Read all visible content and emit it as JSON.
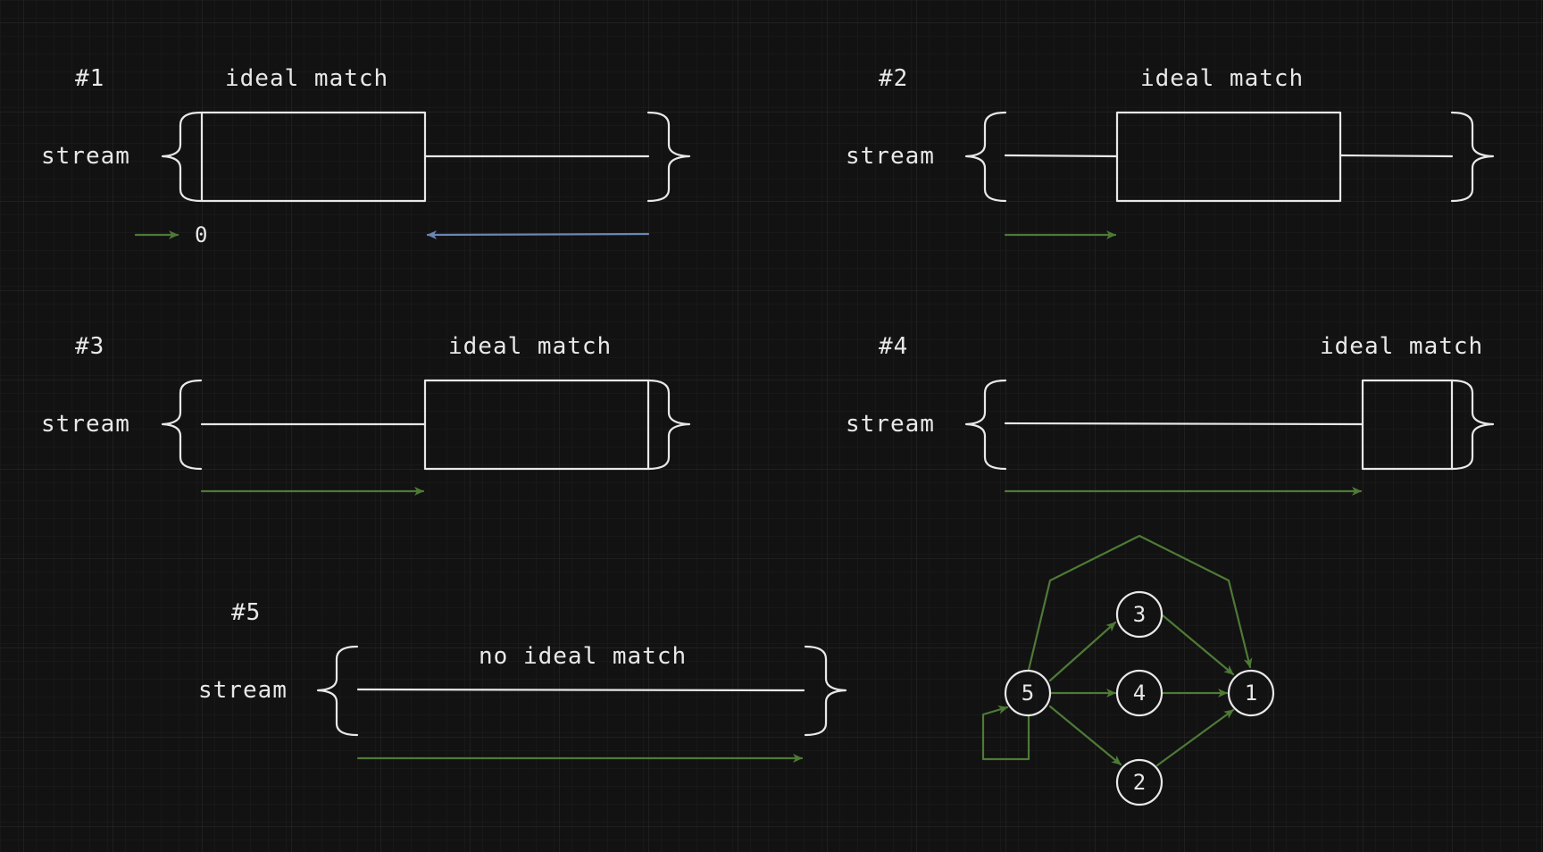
{
  "colors": {
    "background": "#121212",
    "grid_minor": "#1e1e1e",
    "grid_major": "#2a2a2a",
    "stroke": "#e8e8e8",
    "green_arrow": "#4e7a36",
    "blue_arrow": "#6b86b4"
  },
  "cases": {
    "c1": {
      "tag": "#1",
      "match_label": "ideal match",
      "stream_label": "stream",
      "zero_label": "0"
    },
    "c2": {
      "tag": "#2",
      "match_label": "ideal match",
      "stream_label": "stream"
    },
    "c3": {
      "tag": "#3",
      "match_label": "ideal match",
      "stream_label": "stream"
    },
    "c4": {
      "tag": "#4",
      "match_label": "ideal match",
      "stream_label": "stream"
    },
    "c5": {
      "tag": "#5",
      "match_label": "no ideal match",
      "stream_label": "stream"
    }
  },
  "graph": {
    "nodes": {
      "n1": "1",
      "n2": "2",
      "n3": "3",
      "n4": "4",
      "n5": "5"
    }
  }
}
